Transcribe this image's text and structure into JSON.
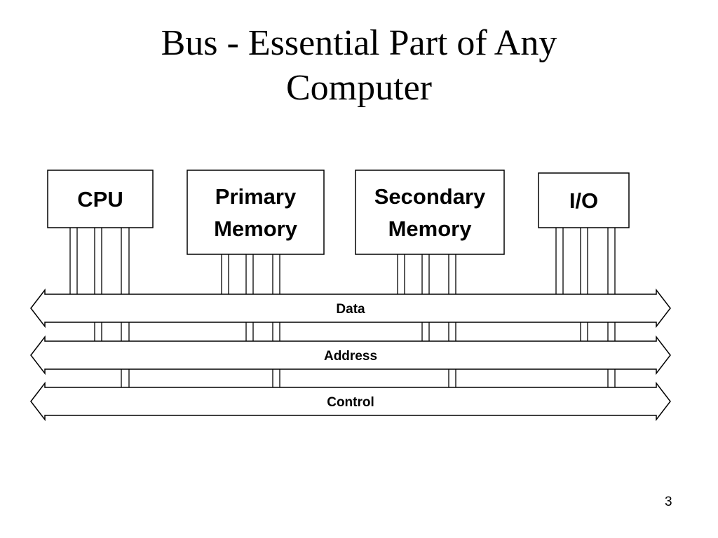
{
  "slide": {
    "title_line1": "Bus - Essential Part of Any",
    "title_line2": "Computer",
    "page_number": "3"
  },
  "diagram": {
    "components": [
      {
        "id": "cpu",
        "lines": [
          "CPU"
        ]
      },
      {
        "id": "primary-memory",
        "lines": [
          "Primary",
          "Memory"
        ]
      },
      {
        "id": "secondary-memory",
        "lines": [
          "Secondary",
          "Memory"
        ]
      },
      {
        "id": "io",
        "lines": [
          "I/O"
        ]
      }
    ],
    "buses": [
      {
        "id": "data",
        "label": "Data"
      },
      {
        "id": "address",
        "label": "Address"
      },
      {
        "id": "control",
        "label": "Control"
      }
    ]
  }
}
